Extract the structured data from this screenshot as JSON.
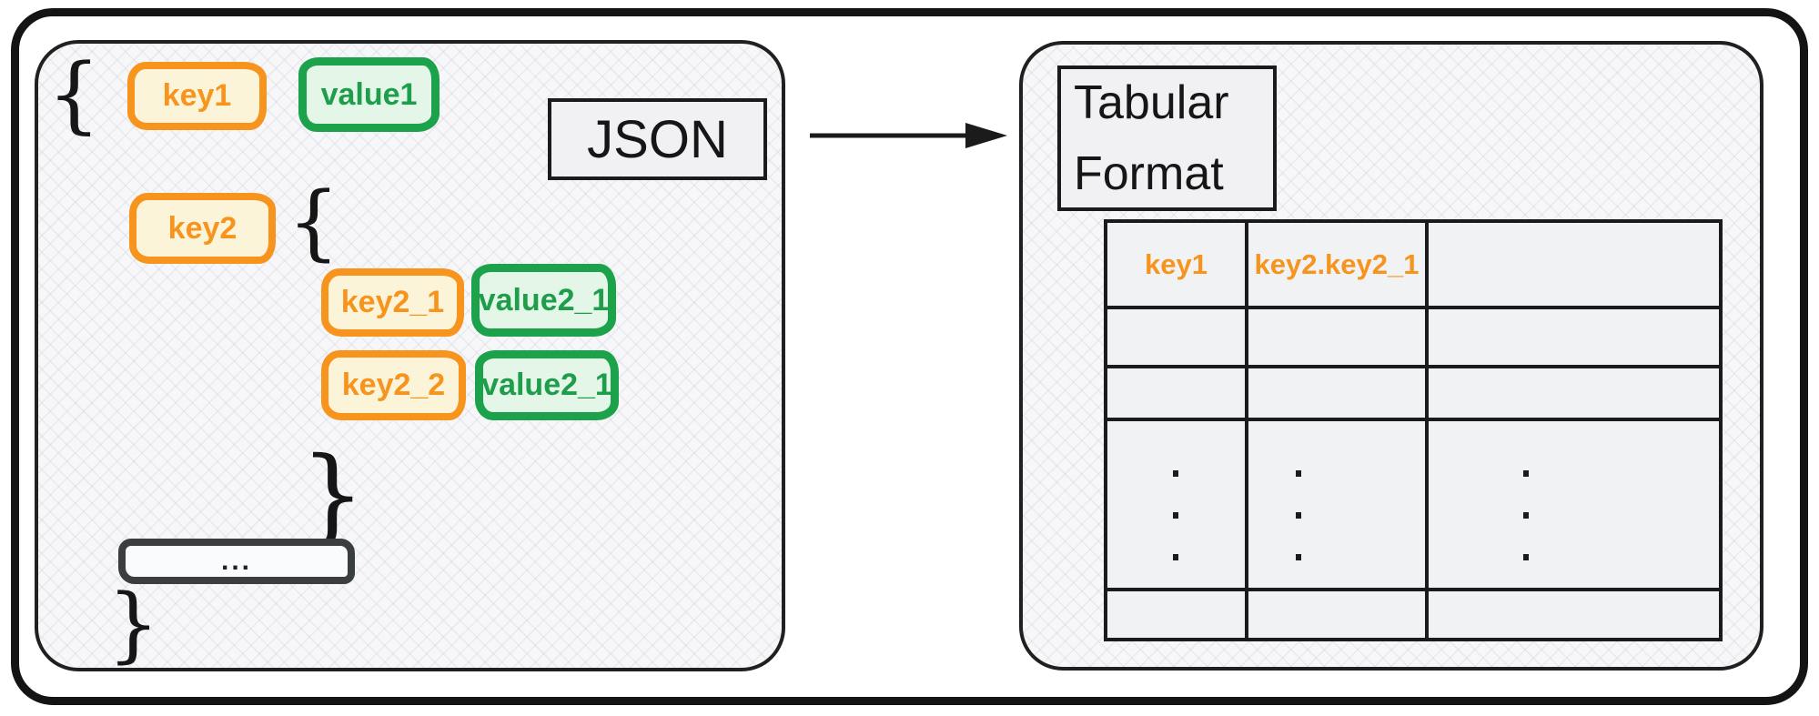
{
  "left_panel": {
    "format_label": "JSON",
    "root_open_brace": "{",
    "root_close_brace": "}",
    "pair1": {
      "key": "key1",
      "value": "value1"
    },
    "nested": {
      "key": "key2",
      "open_brace": "{",
      "close_brace": "}",
      "pairs": [
        {
          "key": "key2_1",
          "value": "value2_1"
        },
        {
          "key": "key2_2",
          "value": "value2_1"
        }
      ]
    },
    "ellipsis": "..."
  },
  "right_panel": {
    "label_line1": "Tabular",
    "label_line2": "Format",
    "table": {
      "columns": [
        "key1",
        "key2.key2_1",
        ""
      ],
      "placeholder_rows": 2,
      "dots_symbol": "⋮",
      "trailing_rows": 1
    }
  },
  "colors": {
    "key_border": "#F7941E",
    "key_fill": "#FCF4D9",
    "key_text": "#F7941E",
    "value_border": "#1BA24A",
    "value_fill": "#E4F6E8",
    "value_text": "#1E9E4B",
    "header_text": "#F7941E",
    "stroke": "#141414",
    "panel_fill": "#f7f7f9",
    "badge_fill": "#f1f1f3"
  }
}
